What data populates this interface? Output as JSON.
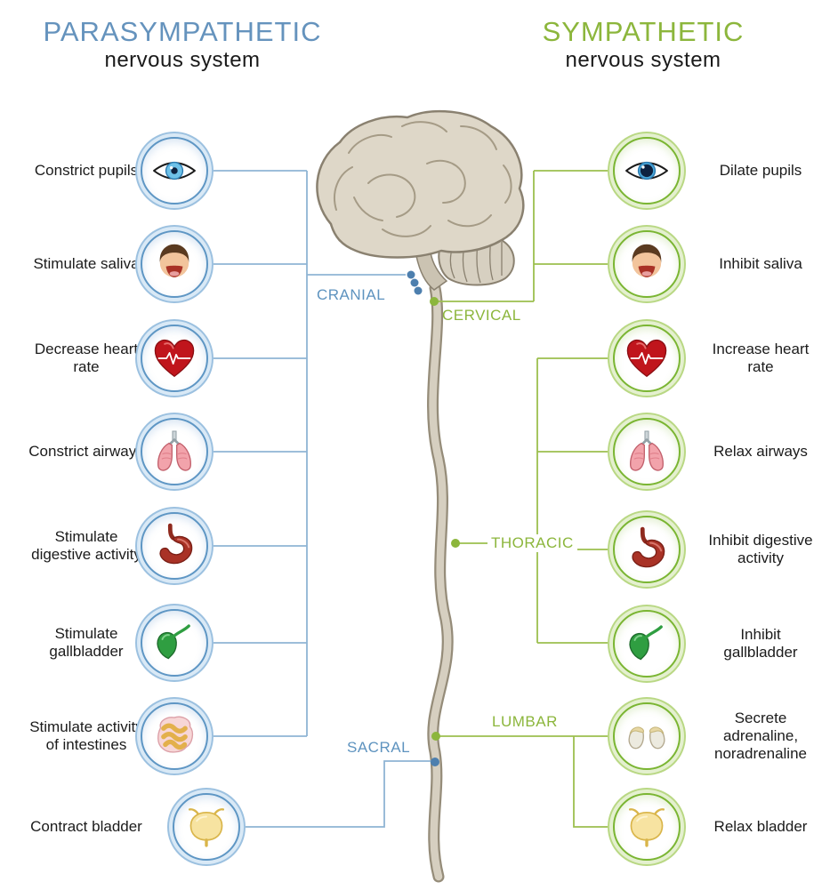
{
  "header": {
    "left": {
      "title": "PARASYMPATHETIC",
      "subtitle": "nervous system",
      "color": "#6593bd"
    },
    "right": {
      "title": "SYMPATHETIC",
      "subtitle": "nervous system",
      "color": "#8cb63c"
    }
  },
  "spine": {
    "cranial": "CRANIAL",
    "cervical": "CERVICAL",
    "thoracic": "THORACIC",
    "lumbar": "LUMBAR",
    "sacral": "SACRAL"
  },
  "colors": {
    "parasympathetic_line": "#8fb4d4",
    "parasympathetic_dot": "#4d7fae",
    "sympathetic_line": "#9cbf4e",
    "sympathetic_dot": "#8cb63c"
  },
  "parasympathetic": {
    "items": [
      {
        "label": "Constrict pupils",
        "icon": "eye-icon"
      },
      {
        "label": "Stimulate saliva",
        "icon": "saliva-head-icon"
      },
      {
        "label": "Decrease heart rate",
        "icon": "heart-icon"
      },
      {
        "label": "Constrict airways",
        "icon": "lungs-icon"
      },
      {
        "label": "Stimulate digestive activity",
        "icon": "stomach-icon"
      },
      {
        "label": "Stimulate gallbladder",
        "icon": "gallbladder-icon"
      },
      {
        "label": "Stimulate activity of intestines",
        "icon": "intestines-icon"
      },
      {
        "label": "Contract bladder",
        "icon": "bladder-icon"
      }
    ]
  },
  "sympathetic": {
    "items": [
      {
        "label": "Dilate pupils",
        "icon": "eye-icon"
      },
      {
        "label": "Inhibit saliva",
        "icon": "saliva-head-icon"
      },
      {
        "label": "Increase heart rate",
        "icon": "heart-icon"
      },
      {
        "label": "Relax airways",
        "icon": "lungs-icon"
      },
      {
        "label": "Inhibit digestive activity",
        "icon": "stomach-icon"
      },
      {
        "label": "Inhibit gallbladder",
        "icon": "gallbladder-icon"
      },
      {
        "label": "Secrete adrenaline, noradrenaline",
        "icon": "adrenal-glands-icon"
      },
      {
        "label": "Relax bladder",
        "icon": "bladder-icon"
      }
    ]
  }
}
